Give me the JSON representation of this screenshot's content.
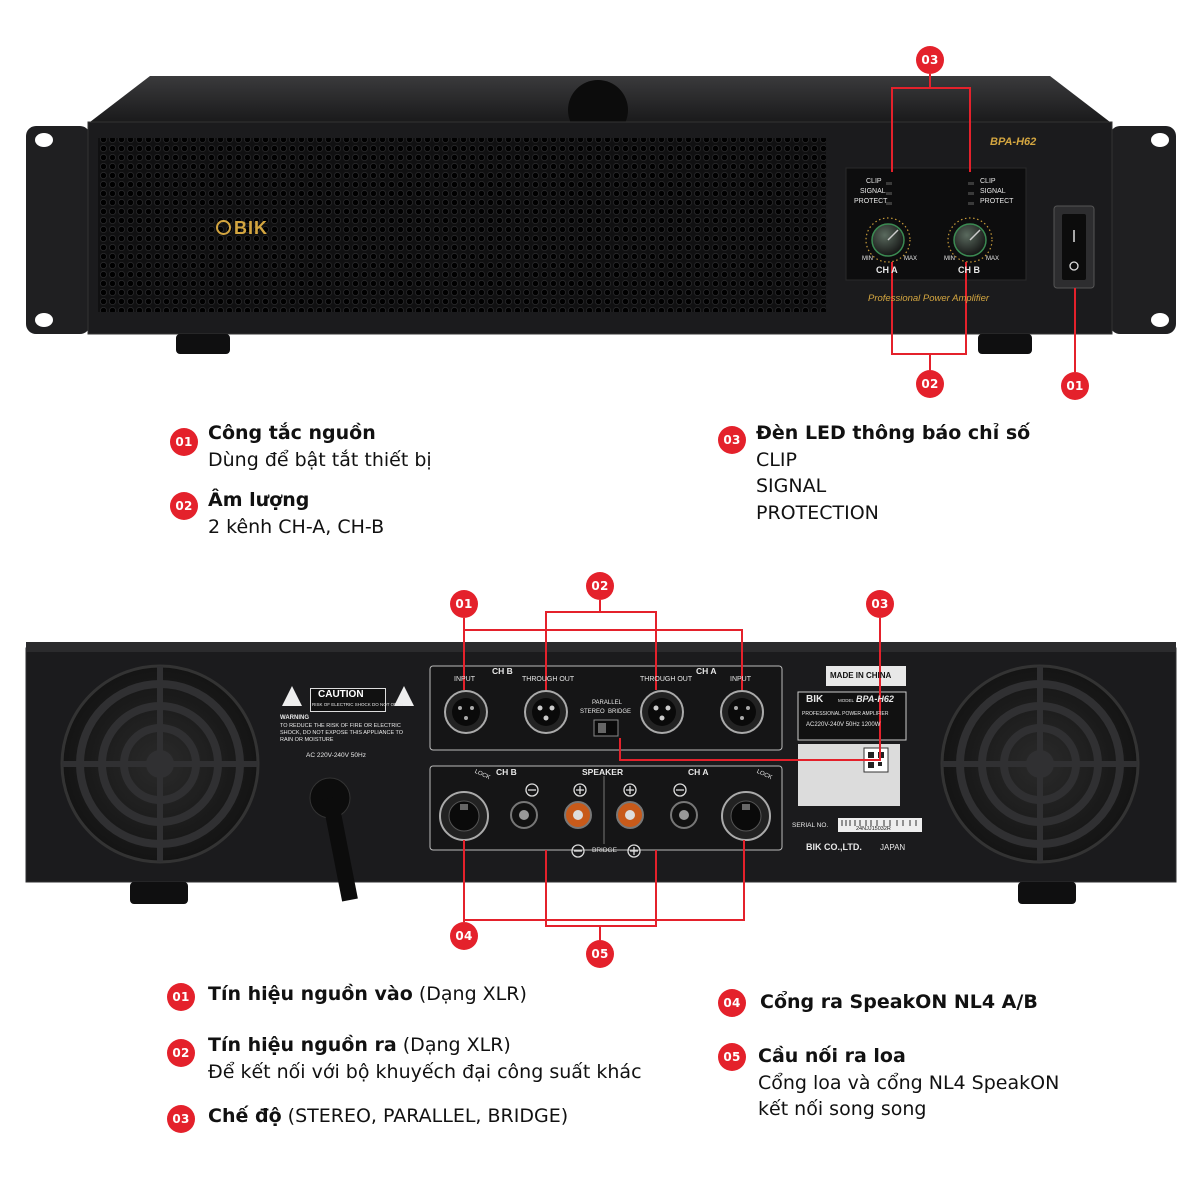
{
  "front": {
    "brand": "BIK",
    "model": "BPA-H62",
    "subtitle": "Professional Power Amplifier",
    "led_labels": [
      "CLIP",
      "SIGNAL",
      "PROTECT"
    ],
    "knob_min": "MIN",
    "knob_max": "MAX",
    "ch_a": "CH A",
    "ch_b": "CH B",
    "callouts": [
      "03",
      "02",
      "01"
    ]
  },
  "front_legend": {
    "item1": {
      "num": "01",
      "title": "Công tắc nguồn",
      "lines": [
        "Dùng để bật tắt thiết bị"
      ]
    },
    "item2": {
      "num": "02",
      "title": "Âm lượng",
      "lines": [
        "2 kênh CH-A, CH-B"
      ]
    },
    "item3": {
      "num": "03",
      "title": "Đèn LED thông báo chỉ số",
      "lines": [
        "CLIP",
        "SIGNAL",
        "PROTECTION"
      ]
    }
  },
  "rear": {
    "caution": "CAUTION",
    "caution_sub": "RISK OF ELECTRIC SHOCK DO NOT OPEN",
    "warning_lines": [
      "WARNING",
      "TO REDUCE THE RISK OF FIRE OR ELECTRIC",
      "SHOCK, DO NOT EXPOSE THIS APPLIANCE TO",
      "RAIN OR MOISTURE"
    ],
    "power_spec": "AC 220V-240V 50Hz",
    "ch_b": "CH B",
    "ch_a": "CH A",
    "input": "INPUT",
    "through_out": "THROUGH OUT",
    "parallel": "PARALLEL",
    "stereo": "STEREO",
    "bridge": "BRIDGE",
    "speaker": "SPEAKER",
    "lock": "LOCK",
    "bridge_bottom": "BRIDGE",
    "made_in": "MADE IN CHINA",
    "brand": "BIK",
    "model_label": "MODEL",
    "model": "BPA-H62",
    "plate_sub": "PROFESSIONAL POWER AMPLIFIER",
    "plate_spec": "AC220V-240V 50Hz 1200W",
    "serial_label": "SERIAL NO.",
    "serial": "24NJJ15032R",
    "company": "BIK CO.,LTD.",
    "country": "JAPAN",
    "callouts": [
      "01",
      "02",
      "03",
      "04",
      "05"
    ]
  },
  "rear_legend": {
    "item1": {
      "num": "01",
      "title": "Tín hiệu nguồn vào",
      "suffix": " (Dạng XLR)"
    },
    "item2": {
      "num": "02",
      "title": "Tín hiệu nguồn ra",
      "suffix": " (Dạng XLR)",
      "lines": [
        "Để kết nối với bộ khuyếch đại công suất khác"
      ]
    },
    "item3": {
      "num": "03",
      "title": "Chế độ",
      "suffix": " (STEREO, PARALLEL, BRIDGE)"
    },
    "item4": {
      "num": "04",
      "title": "Cổng ra SpeakON NL4 A/B"
    },
    "item5": {
      "num": "05",
      "title": "Cầu nối ra loa",
      "lines": [
        "Cổng loa và cổng NL4 SpeakON",
        "kết nối song song"
      ]
    }
  },
  "colors": {
    "accent": "#e4212b",
    "chassis": "#1b1b1d",
    "gold": "#d4a640"
  }
}
